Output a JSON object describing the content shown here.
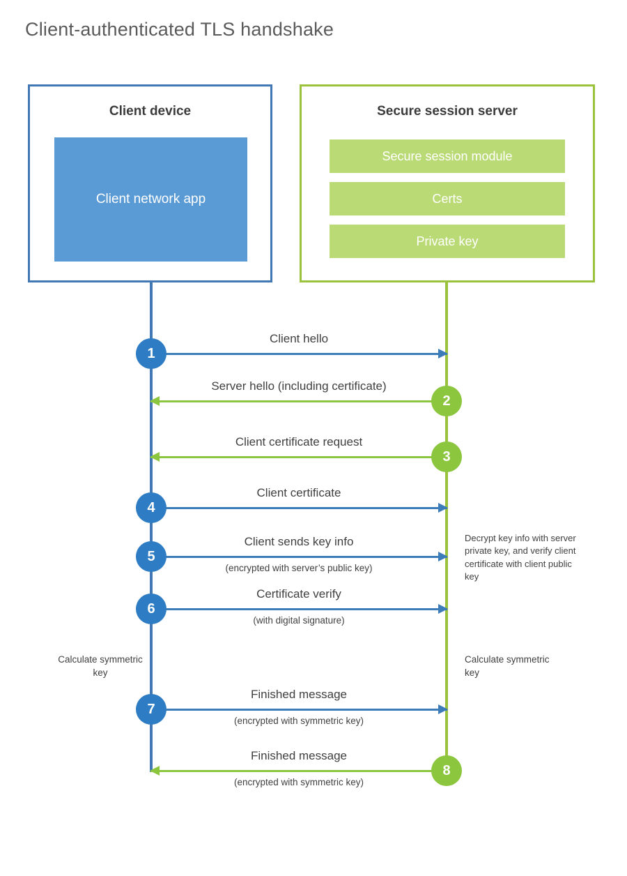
{
  "title": "Client-authenticated TLS handshake",
  "colors": {
    "client_border": "#4279b5",
    "client_app_fill": "#5b9bd5",
    "client_accent": "#2e7cc4",
    "server_border": "#9ac23d",
    "server_bar_fill": "#bada76",
    "server_accent": "#8cc63f",
    "text": "#3f3f3f",
    "title_text": "#5a5a5a",
    "background": "#ffffff"
  },
  "actors": {
    "client": {
      "title": "Client device",
      "app_label": "Client network app"
    },
    "server": {
      "title": "Secure session server",
      "components": [
        "Secure session module",
        "Certs",
        "Private key"
      ]
    }
  },
  "messages": [
    {
      "step": "1",
      "label": "Client hello",
      "sublabel": "",
      "direction": "client-to-server",
      "origin": "client"
    },
    {
      "step": "2",
      "label": "Server hello (including certificate)",
      "sublabel": "",
      "direction": "server-to-client",
      "origin": "server"
    },
    {
      "step": "3",
      "label": "Client certificate request",
      "sublabel": "",
      "direction": "server-to-client",
      "origin": "server"
    },
    {
      "step": "4",
      "label": "Client certificate",
      "sublabel": "",
      "direction": "client-to-server",
      "origin": "client"
    },
    {
      "step": "5",
      "label": "Client sends key info",
      "sublabel": "(encrypted with server’s public key)",
      "direction": "client-to-server",
      "origin": "client"
    },
    {
      "step": "6",
      "label": "Certificate verify",
      "sublabel": "(with digital signature)",
      "direction": "client-to-server",
      "origin": "client"
    },
    {
      "step": "7",
      "label": "Finished message",
      "sublabel": "(encrypted with symmetric key)",
      "direction": "client-to-server",
      "origin": "client"
    },
    {
      "step": "8",
      "label": "Finished message",
      "sublabel": "(encrypted with symmetric key)",
      "direction": "server-to-client",
      "origin": "server"
    }
  ],
  "annotations": {
    "decrypt_note": "Decrypt key info with server private key, and verify client certificate with client public key",
    "calculate_symmetric_key_client": "Calculate symmetric key",
    "calculate_symmetric_key_server": "Calculate symmetric key"
  }
}
